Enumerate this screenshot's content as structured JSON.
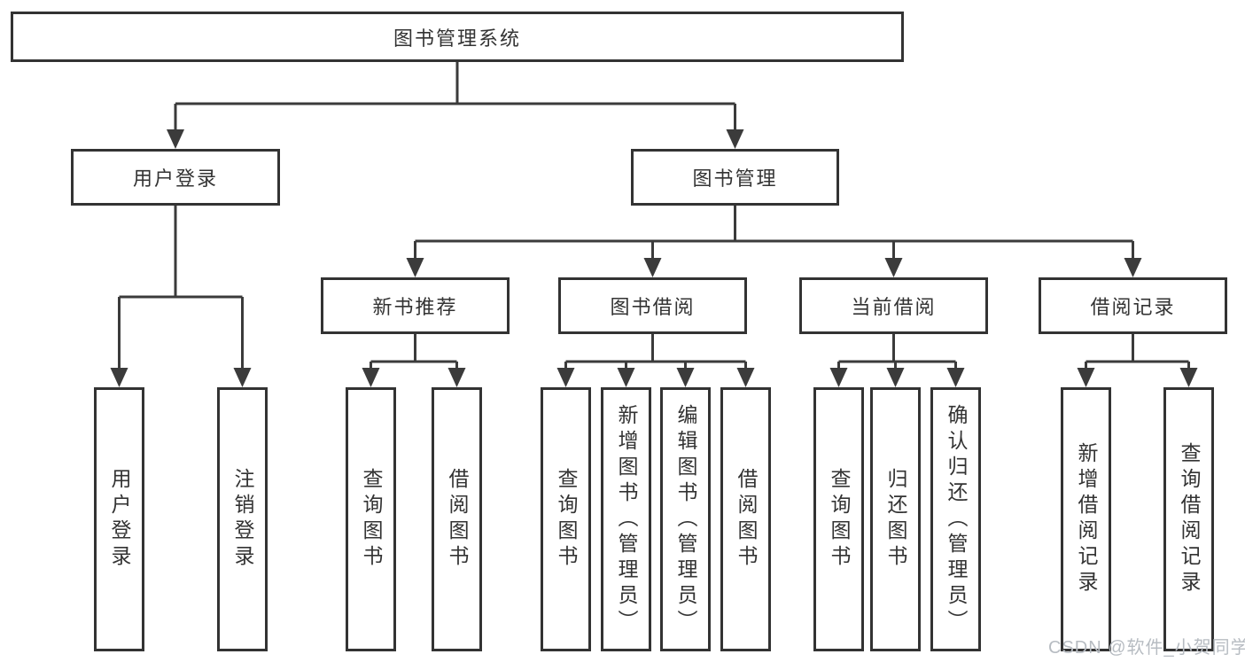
{
  "diagram": {
    "root": {
      "label": "图书管理系统"
    },
    "branches": [
      {
        "label": "用户登录",
        "leaves": [
          {
            "label": "用户登录"
          },
          {
            "label": "注销登录"
          }
        ]
      },
      {
        "label": "图书管理",
        "sections": [
          {
            "label": "新书推荐",
            "leaves": [
              {
                "label": "查询图书"
              },
              {
                "label": "借阅图书"
              }
            ]
          },
          {
            "label": "图书借阅",
            "leaves": [
              {
                "label": "查询图书"
              },
              {
                "label": "新增图书（管理员）"
              },
              {
                "label": "编辑图书（管理员）"
              },
              {
                "label": "借阅图书"
              }
            ]
          },
          {
            "label": "当前借阅",
            "leaves": [
              {
                "label": "查询图书"
              },
              {
                "label": "归还图书"
              },
              {
                "label": "确认归还（管理员）"
              }
            ]
          },
          {
            "label": "借阅记录",
            "leaves": [
              {
                "label": "新增借阅记录"
              },
              {
                "label": "查询借阅记录"
              }
            ]
          }
        ]
      }
    ]
  },
  "watermark": {
    "text": "CSDN @软件_小贺同学"
  },
  "colors": {
    "line": "#3b3b3b",
    "box_border": "#333333",
    "text": "#333333",
    "background": "#ffffff",
    "watermark": "#b7bcc2"
  }
}
